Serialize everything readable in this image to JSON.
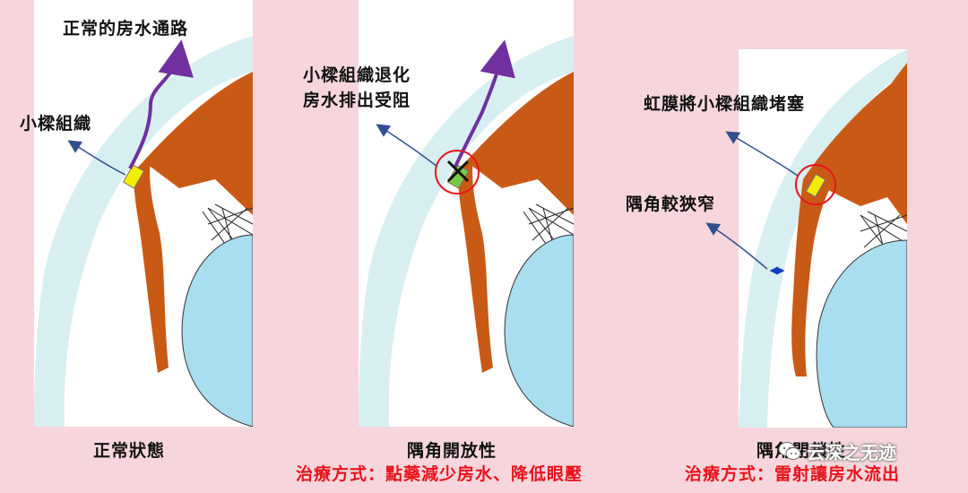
{
  "panels": [
    {
      "caption": "正常狀態",
      "labels": {
        "flow": "正常的房水通路",
        "trabecular": "小樑組織"
      }
    },
    {
      "caption": "隅角開放性",
      "labels": {
        "line1": "小樑組織退化",
        "line2": "房水排出受阻"
      },
      "treatment": "治療方式：點藥減少房水、降低眼壓"
    },
    {
      "caption": "隅角閉鎖性",
      "labels": {
        "iris": "虹膜將小樑組織堵塞",
        "angle": "隅角較狹窄"
      },
      "treatment": "治療方式：雷射讓房水流出"
    }
  ],
  "watermark": {
    "text": "云深之无迹",
    "icon": "wechat-icon"
  },
  "colors": {
    "background": "#f6d6dc",
    "cornea": "#d8eff2",
    "iris": "#c95a16",
    "lens": "#a9ddf0",
    "trabecular": "#f5ea00",
    "flow": "#7030a0",
    "arrow": "#2f4f8f",
    "highlight": "#e8141c"
  }
}
